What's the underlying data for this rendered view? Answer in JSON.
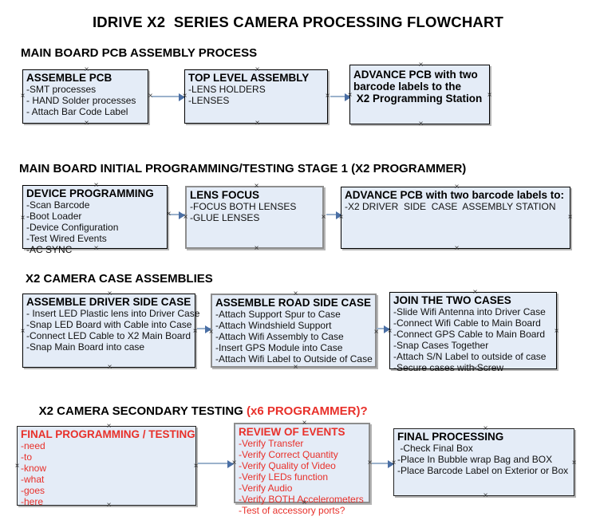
{
  "document": {
    "title": "IDRIVE X2  SERIES CAMERA PROCESSING FLOWCHART",
    "accent_red": "#e8302a",
    "box_fill": "#e4ecf7",
    "connector_color": "#9bb2cc"
  },
  "sections": [
    {
      "id": "sec1",
      "heading": "MAIN BOARD PCB ASSEMBLY PROCESS"
    },
    {
      "id": "sec2",
      "heading": "MAIN BOARD INITIAL PROGRAMMING/TESTING STAGE 1 (X2 PROGRAMMER)"
    },
    {
      "id": "sec3",
      "heading": "X2 CAMERA CASE ASSEMBLIES"
    },
    {
      "id": "sec4",
      "heading_main": "X2 CAMERA SECONDARY TESTING ",
      "heading_red": "(x6 PROGRAMMER)?"
    }
  ],
  "boxes": {
    "assemble_pcb": {
      "title": "ASSEMBLE PCB",
      "lines": [
        "-SMT processes",
        "- HAND Solder processes",
        "- Attach Bar Code Label"
      ]
    },
    "top_level_assembly": {
      "title": "TOP LEVEL ASSEMBLY",
      "lines": [
        "-LENS HOLDERS",
        "-LENSES"
      ]
    },
    "advance_pcb_station": {
      "line1": "ADVANCE PCB with two",
      "line2": "barcode labels to the",
      "line3": " X2 Programming Station"
    },
    "device_programming": {
      "title": "DEVICE PROGRAMMING",
      "lines": [
        "-Scan Barcode",
        "-Boot Loader",
        "-Device Configuration",
        "-Test Wired Events",
        "-AC SYNC"
      ]
    },
    "lens_focus": {
      "title": "LENS FOCUS",
      "lines": [
        "-FOCUS BOTH LENSES",
        "-GLUE LENSES"
      ]
    },
    "advance_pcb_driver": {
      "title": "ADVANCE PCB with two barcode labels to:",
      "lines": [
        "-X2 DRIVER  SIDE  CASE  ASSEMBLY STATION"
      ]
    },
    "assemble_driver_side": {
      "title": "ASSEMBLE DRIVER SIDE CASE",
      "lines": [
        "- Insert LED Plastic lens into Driver Case",
        "-Snap LED Board with Cable into Case",
        "-Connect LED Cable to X2 Main Board",
        "-Snap Main Board into case"
      ]
    },
    "assemble_road_side": {
      "title": "ASSEMBLE ROAD SIDE CASE",
      "lines": [
        "-Attach Support Spur to Case",
        "-Attach Windshield Support",
        "-Attach Wifi Assembly to Case",
        "-Insert GPS Module into Case",
        "-Attach Wifi Label to Outside of Case"
      ]
    },
    "join_two_cases": {
      "title": "JOIN THE TWO CASES",
      "lines": [
        "-Slide Wifi Antenna into Driver Case",
        "-Connect Wifi Cable to Main Board",
        "-Connect GPS Cable to Main Board",
        "-Snap Cases Together",
        "-Attach S/N Label to outside of case",
        "-Secure cases with Screw"
      ]
    },
    "final_programming": {
      "title": "FINAL PROGRAMMING / TESTING",
      "lines": [
        "-need",
        "-to",
        "-know",
        "-what",
        "-goes",
        "-here"
      ]
    },
    "review_of_events": {
      "title": "REVIEW OF EVENTS",
      "lines": [
        "-Verify Transfer",
        "-Verify Correct Quantity",
        "-Verify Quality of Video",
        "-Verify LEDs function",
        "-Verify Audio",
        "-Verify BOTH Accelerometers"
      ],
      "overflow_line": "-Test of accessory ports?"
    },
    "final_processing": {
      "title": "FINAL PROCESSING",
      "lines": [
        " -Check Final Box",
        "-Place In Bubble wrap Bag and BOX",
        "-Place Barcode Label on Exterior or Box"
      ]
    }
  }
}
